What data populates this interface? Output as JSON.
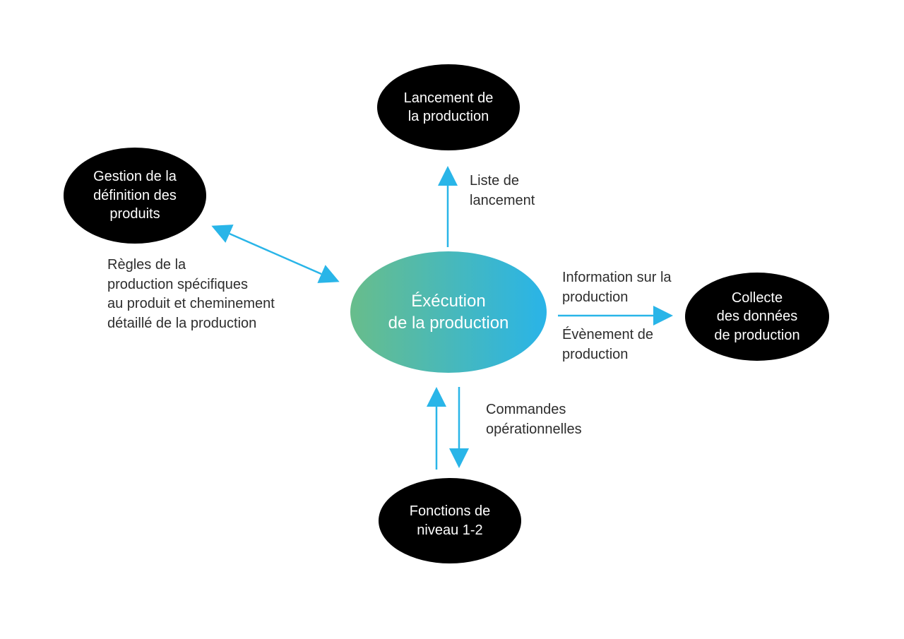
{
  "diagram": {
    "nodes": {
      "center": {
        "label": "Éxécution\nde la production"
      },
      "top": {
        "label": "Lancement de\nla production"
      },
      "left": {
        "label": "Gestion de la\ndéfinition des\nproduits"
      },
      "right": {
        "label": "Collecte\ndes données\nde production"
      },
      "bottom": {
        "label": "Fonctions de\nniveau 1-2"
      }
    },
    "edges": {
      "center_to_top": {
        "label": "Liste de\nlancement"
      },
      "center_to_left": {
        "label": "Règles de la\nproduction spécifiques\nau produit et cheminement\ndétaillé de la production"
      },
      "center_to_right": {
        "label_top": "Information sur la\nproduction",
        "label_bottom": "Évènement de\nproduction"
      },
      "bottom_to_center": {
        "label": "Commandes\nopérationnelles"
      }
    },
    "colors": {
      "background": "#FFFFFF",
      "arrow": "#29B5E8",
      "node_fill": "#000000",
      "node_text": "#FFFFFF",
      "center_gradient_start": "#68BD8B",
      "center_gradient_end": "#29B4E8",
      "label_text": "#2D2D2D"
    }
  }
}
